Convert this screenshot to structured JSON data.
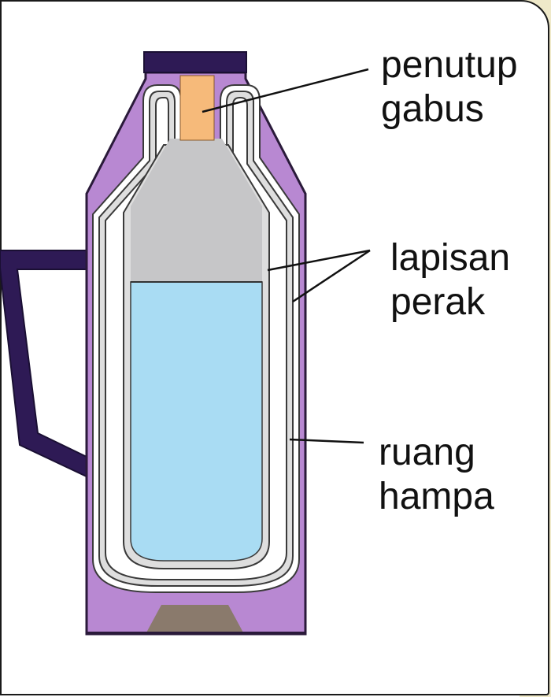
{
  "labels": {
    "cork_stopper": {
      "line1": "penutup",
      "line2": "gabus"
    },
    "silver_coating": {
      "line1": "lapisan",
      "line2": "perak"
    },
    "vacuum_space": {
      "line1": "ruang",
      "line2": "hampa"
    }
  },
  "colors": {
    "body": "#b888d2",
    "body_stroke": "#2a1a3a",
    "cap": "#2e1a55",
    "handle": "#2e1a55",
    "cork": "#f6ba7a",
    "flask_wall": "#dedede",
    "air": "#c6c6c8",
    "water": "#a9dcf3",
    "base_pad": "#8a7a6c"
  }
}
